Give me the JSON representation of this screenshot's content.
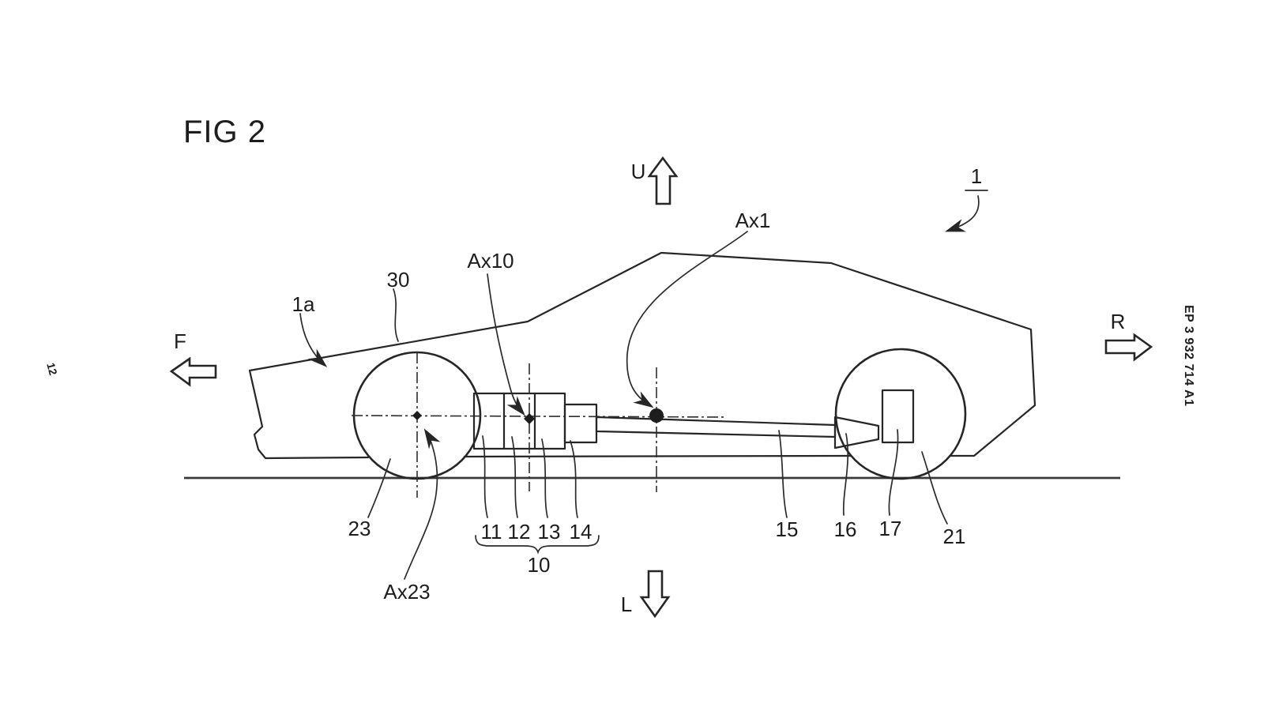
{
  "figure": {
    "title": "FIG 2"
  },
  "meta": {
    "patent_number": "EP 3 932 714 A1",
    "sheet_number": "12"
  },
  "directions": {
    "front": "F",
    "up": "U",
    "rear": "R",
    "lower": "L"
  },
  "refs": {
    "vehicle": "1",
    "vehicle_body": "1a",
    "hood": "30",
    "front_wheel": "23",
    "front_wheel_axis": "Ax23",
    "drive_unit_axis": "Ax10",
    "shaft_axis": "Ax1",
    "unit_11": "11",
    "unit_12": "12",
    "unit_13": "13",
    "unit_14": "14",
    "drive_unit_group": "10",
    "propeller_shaft": "15",
    "differential": "16",
    "rear_gear_unit": "17",
    "rear_wheel": "21"
  }
}
